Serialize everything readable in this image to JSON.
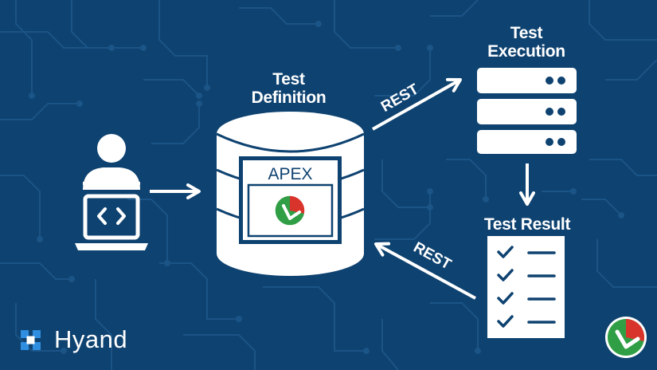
{
  "labels": {
    "test_definition": "Test\nDefinition",
    "test_execution": "Test\nExecution",
    "test_result": "Test Result",
    "apex": "APEX",
    "rest_top": "REST",
    "rest_bottom": "REST"
  },
  "brand": {
    "name": "Hyand"
  },
  "icons": {
    "developer": "developer-laptop-icon",
    "database": "database-icon",
    "servers": "server-stack-icon",
    "checklist": "checklist-icon",
    "logo": "test-tool-logo-icon",
    "brand_mark": "hyand-logo-icon"
  },
  "colors": {
    "background": "#0e4270",
    "foreground": "#ffffff",
    "logo_green": "#2f9e44",
    "logo_red": "#d9342b",
    "brand_blue": "#2f8ee0"
  }
}
